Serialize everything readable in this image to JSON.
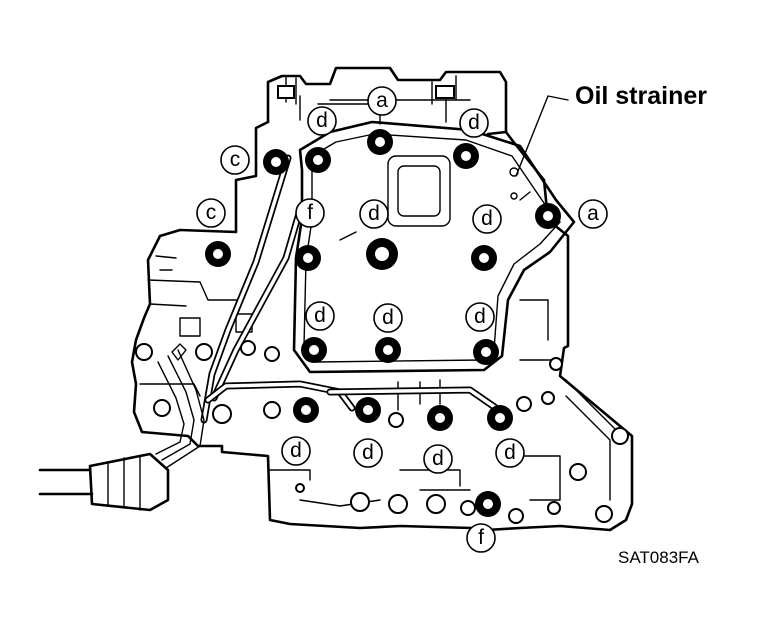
{
  "figure": {
    "oil_strainer_label": "Oil strainer",
    "figure_code": "SAT083FA"
  },
  "callouts": [
    {
      "id": "a-top",
      "letter": "a"
    },
    {
      "id": "a-right",
      "letter": "a"
    },
    {
      "id": "c-upper",
      "letter": "c"
    },
    {
      "id": "c-lower",
      "letter": "c"
    },
    {
      "id": "d-top-left",
      "letter": "d"
    },
    {
      "id": "d-top-right",
      "letter": "d"
    },
    {
      "id": "d-center",
      "letter": "d"
    },
    {
      "id": "d-right",
      "letter": "d"
    },
    {
      "id": "d-mid-left",
      "letter": "d"
    },
    {
      "id": "d-mid-center",
      "letter": "d"
    },
    {
      "id": "d-mid-right",
      "letter": "d"
    },
    {
      "id": "d-low-1",
      "letter": "d"
    },
    {
      "id": "d-low-2",
      "letter": "d"
    },
    {
      "id": "d-low-3",
      "letter": "d"
    },
    {
      "id": "d-low-4",
      "letter": "d"
    },
    {
      "id": "f-upper",
      "letter": "f"
    },
    {
      "id": "f-bottom",
      "letter": "f"
    }
  ],
  "colors": {
    "ink": "#000000",
    "paper": "#ffffff"
  }
}
